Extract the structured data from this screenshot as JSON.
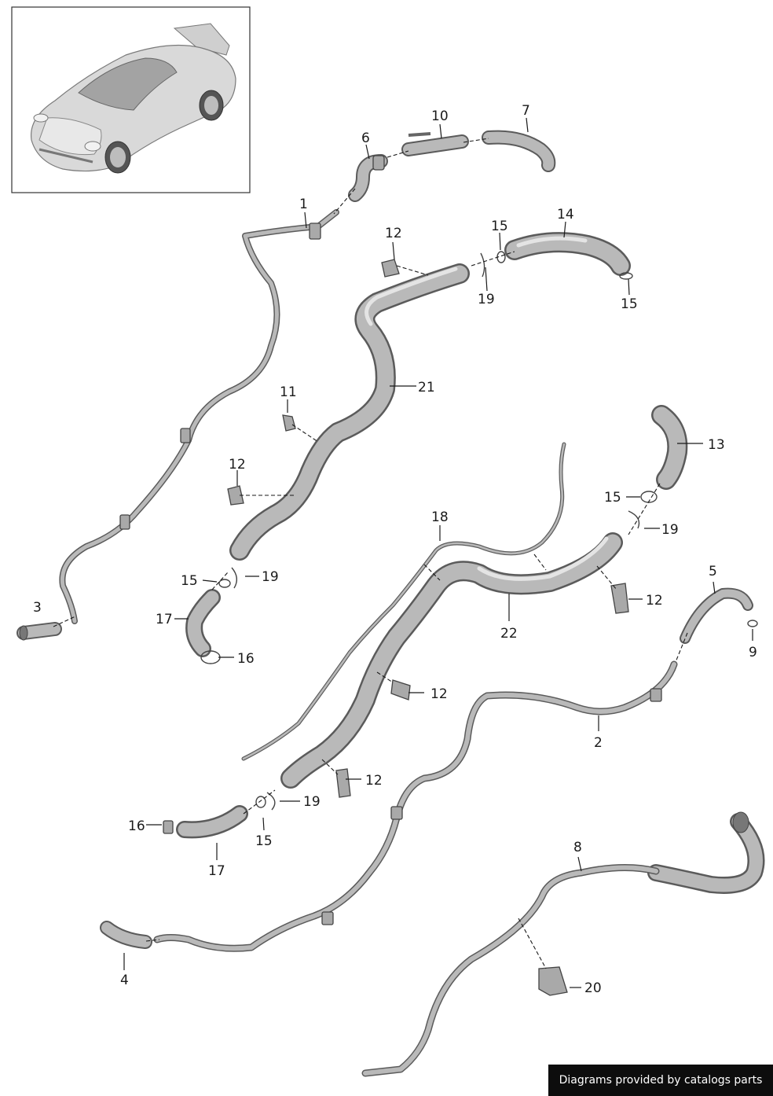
{
  "callouts": [
    {
      "id": "c1",
      "text": "1"
    },
    {
      "id": "c2",
      "text": "2"
    },
    {
      "id": "c3",
      "text": "3"
    },
    {
      "id": "c4",
      "text": "4"
    },
    {
      "id": "c5",
      "text": "5"
    },
    {
      "id": "c6",
      "text": "6"
    },
    {
      "id": "c7",
      "text": "7"
    },
    {
      "id": "c8",
      "text": "8"
    },
    {
      "id": "c9",
      "text": "9"
    },
    {
      "id": "c10",
      "text": "10"
    },
    {
      "id": "c11",
      "text": "11"
    },
    {
      "id": "c12a",
      "text": "12"
    },
    {
      "id": "c12b",
      "text": "12"
    },
    {
      "id": "c12c",
      "text": "12"
    },
    {
      "id": "c12d",
      "text": "12"
    },
    {
      "id": "c12e",
      "text": "12"
    },
    {
      "id": "c13",
      "text": "13"
    },
    {
      "id": "c14",
      "text": "14"
    },
    {
      "id": "c15a",
      "text": "15"
    },
    {
      "id": "c15b",
      "text": "15"
    },
    {
      "id": "c15c",
      "text": "15"
    },
    {
      "id": "c15d",
      "text": "15"
    },
    {
      "id": "c15e",
      "text": "15"
    },
    {
      "id": "c16a",
      "text": "16"
    },
    {
      "id": "c16b",
      "text": "16"
    },
    {
      "id": "c17a",
      "text": "17"
    },
    {
      "id": "c17b",
      "text": "17"
    },
    {
      "id": "c18",
      "text": "18"
    },
    {
      "id": "c19a",
      "text": "19"
    },
    {
      "id": "c19b",
      "text": "19"
    },
    {
      "id": "c19c",
      "text": "19"
    },
    {
      "id": "c19d",
      "text": "19"
    },
    {
      "id": "c20",
      "text": "20"
    },
    {
      "id": "c21",
      "text": "21"
    },
    {
      "id": "c22",
      "text": "22"
    }
  ],
  "credit": "Diagrams provided by catalogs parts",
  "colors": {
    "hose_outline": "#5b5b5b",
    "hose_fill": "#b9b9b9",
    "credit_background": "#0d0d0d"
  }
}
